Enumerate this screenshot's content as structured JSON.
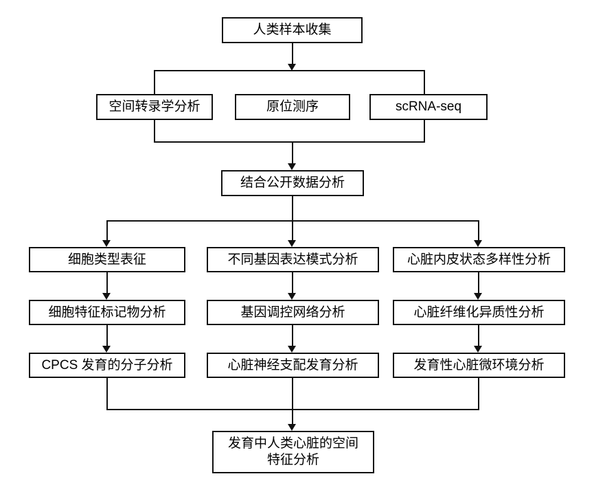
{
  "diagram": {
    "nodes": {
      "sample_collection": {
        "label": "人类样本收集"
      },
      "spatial_transcriptomics": {
        "label": "空间转录学分析"
      },
      "in_situ_sequencing": {
        "label": "原位测序"
      },
      "scrna_seq": {
        "label": "scRNA-seq"
      },
      "public_data": {
        "label": "结合公开数据分析"
      },
      "cell_type": {
        "label": "细胞类型表征"
      },
      "cell_markers": {
        "label": "细胞特征标记物分析"
      },
      "cpcs": {
        "label": "CPCS 发育的分子分析"
      },
      "gene_expression": {
        "label": "不同基因表达模式分析"
      },
      "gene_network": {
        "label": "基因调控网络分析"
      },
      "innervation": {
        "label": "心脏神经支配发育分析"
      },
      "endothelial": {
        "label": "心脏内皮状态多样性分析"
      },
      "fibrosis": {
        "label": "心脏纤维化异质性分析"
      },
      "microenvironment": {
        "label": "发育性心脏微环境分析"
      },
      "final": {
        "line1": "发育中人类心脏的空间",
        "line2": "特征分析"
      }
    },
    "edges": [
      {
        "from": "sample_collection",
        "to": [
          "spatial_transcriptomics",
          "in_situ_sequencing",
          "scrna_seq"
        ]
      },
      {
        "from": [
          "spatial_transcriptomics",
          "in_situ_sequencing",
          "scrna_seq"
        ],
        "to": "public_data"
      },
      {
        "from": "public_data",
        "to": [
          "cell_type",
          "gene_expression",
          "endothelial"
        ]
      },
      {
        "from": "cell_type",
        "to": "cell_markers"
      },
      {
        "from": "cell_markers",
        "to": "cpcs"
      },
      {
        "from": "gene_expression",
        "to": "gene_network"
      },
      {
        "from": "gene_network",
        "to": "innervation"
      },
      {
        "from": "endothelial",
        "to": "fibrosis"
      },
      {
        "from": "fibrosis",
        "to": "microenvironment"
      },
      {
        "from": [
          "cpcs",
          "innervation",
          "microenvironment"
        ],
        "to": "final"
      }
    ],
    "colors": {
      "line": "#111111",
      "box_border": "#111111",
      "box_fill": "#ffffff",
      "background": "#ffffff",
      "text": "#000000"
    }
  }
}
